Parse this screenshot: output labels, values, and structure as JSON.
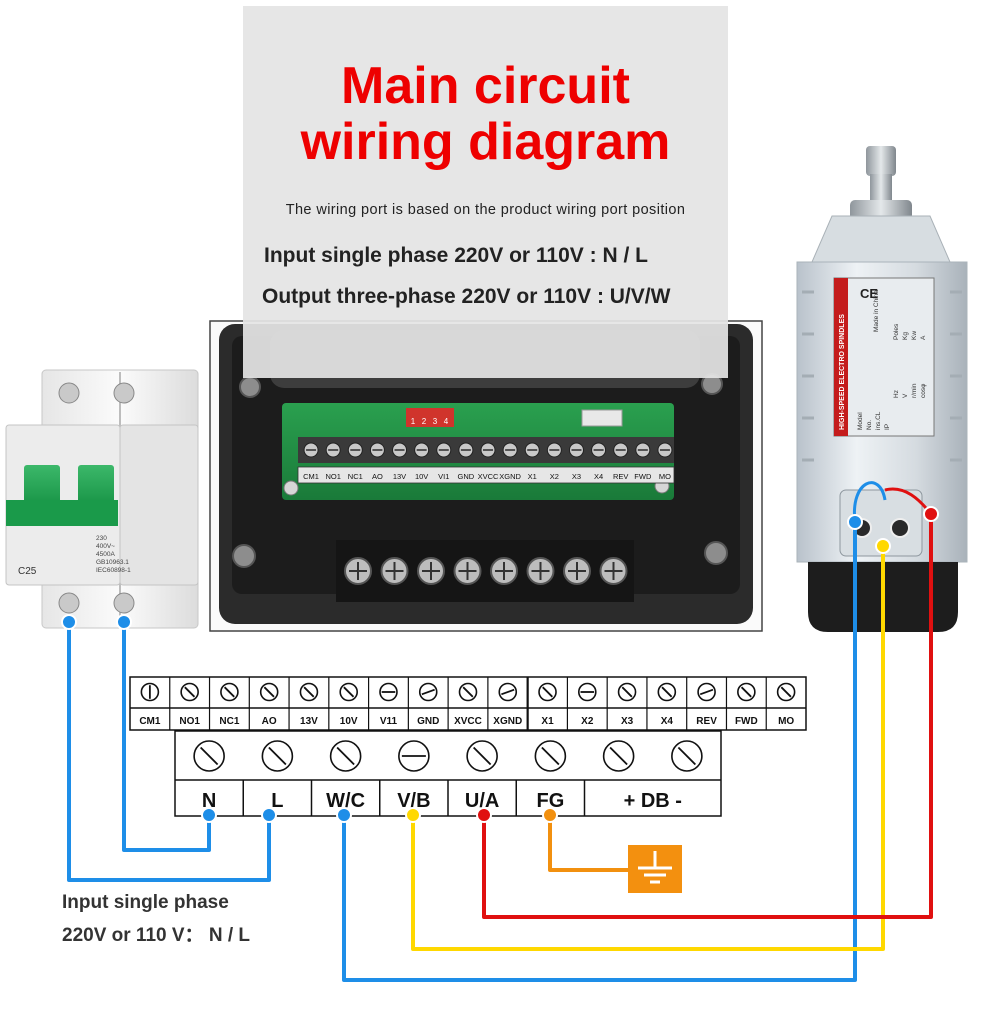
{
  "header": {
    "title_line1": "Main circuit",
    "title_line2": "wiring diagram",
    "subtitle": "The wiring port is based on the product wiring port position",
    "input_spec": "Input single phase 220V or 110V : N / L",
    "output_spec": "Output three-phase 220V or 110V : U/V/W"
  },
  "control_terminals": [
    "CM1",
    "NO1",
    "NC1",
    "AO",
    "13V",
    "10V",
    "V11",
    "GND",
    "XVCC",
    "XGND",
    "X1",
    "X2",
    "X3",
    "X4",
    "REV",
    "FWD",
    "MO"
  ],
  "power_terminals": [
    "N",
    "L",
    "W/C",
    "V/B",
    "U/A",
    "FG",
    "+  DB  -"
  ],
  "photo_control_terminals": [
    "CM1",
    "NO1",
    "NC1",
    "AO",
    "13V",
    "10V",
    "VI1",
    "GND",
    "XVCC",
    "XGND",
    "X1",
    "X2",
    "X3",
    "X4",
    "REV",
    "FWD",
    "MO"
  ],
  "breaker": {
    "rating": "C25",
    "spec_lines": [
      "230",
      "400V~",
      "4500A",
      "GB10963.1",
      "IEC60898-1"
    ]
  },
  "spindle_label": {
    "brand": "HIGH-SPEED ELECTRO SPINDLES",
    "origin": "Made in China",
    "rows": [
      "Model",
      "No.",
      "ins.CL",
      "IP"
    ],
    "cols": [
      "Poles",
      "Kg",
      "Kw",
      "A",
      "Hz",
      "V",
      "r/min",
      "cosφ"
    ]
  },
  "dip_switch_labels": [
    "1",
    "2",
    "3",
    "4"
  ],
  "footer_note": {
    "line1": "Input single phase",
    "line2": "220V or 110 V： N / L"
  },
  "wire_colors": {
    "blue": "#1e8ee8",
    "yellow": "#ffd800",
    "red": "#e01010",
    "orange": "#f2900f",
    "ground_box": "#f3900f"
  }
}
